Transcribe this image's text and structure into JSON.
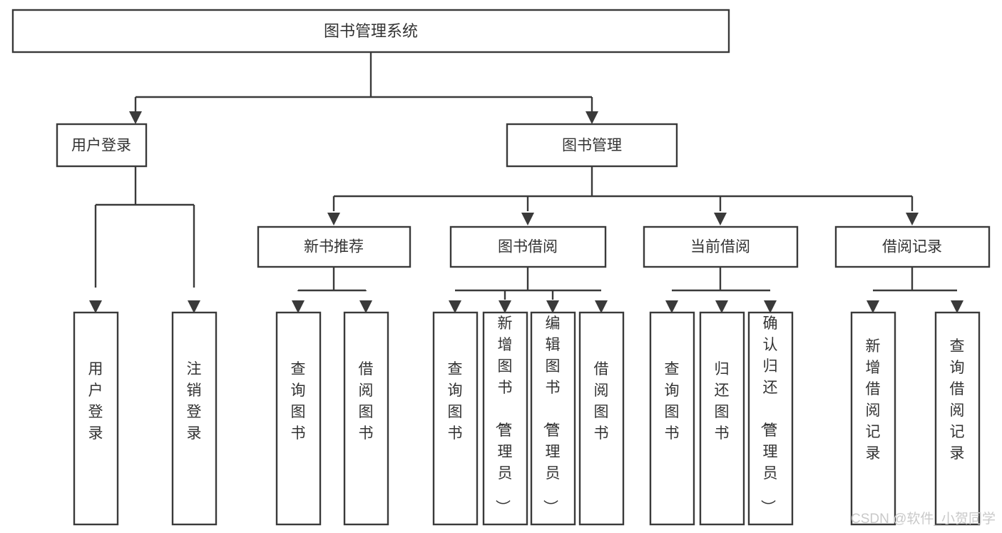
{
  "diagram": {
    "title": "图书管理系统",
    "type": "tree-hierarchy-chart",
    "background_color": "#ffffff",
    "line_color": "#3a3a3a",
    "text_color": "#333333",
    "root": {
      "label": "图书管理系统"
    },
    "level2": [
      {
        "label": "用户登录"
      },
      {
        "label": "图书管理"
      }
    ],
    "level3": [
      {
        "label": "新书推荐"
      },
      {
        "label": "图书借阅"
      },
      {
        "label": "当前借阅"
      },
      {
        "label": "借阅记录"
      }
    ],
    "leaves": {
      "user_login": [
        {
          "label": "用户登录"
        },
        {
          "label": "注销登录"
        }
      ],
      "new_book_recommend": [
        {
          "label": "查询图书"
        },
        {
          "label": "借阅图书"
        }
      ],
      "book_borrow": [
        {
          "label": "查询图书"
        },
        {
          "label": "新增图书（管理员）"
        },
        {
          "label": "编辑图书（管理员）"
        },
        {
          "label": "借阅图书"
        }
      ],
      "current_borrow": [
        {
          "label": "查询图书"
        },
        {
          "label": "归还图书"
        },
        {
          "label": "确认归还（管理员）"
        }
      ],
      "borrow_record": [
        {
          "label": "新增借阅记录"
        },
        {
          "label": "查询借阅记录"
        }
      ]
    }
  },
  "watermark": {
    "text": "CSDN @软件_小贺同学",
    "color": "#c9c9c9"
  }
}
